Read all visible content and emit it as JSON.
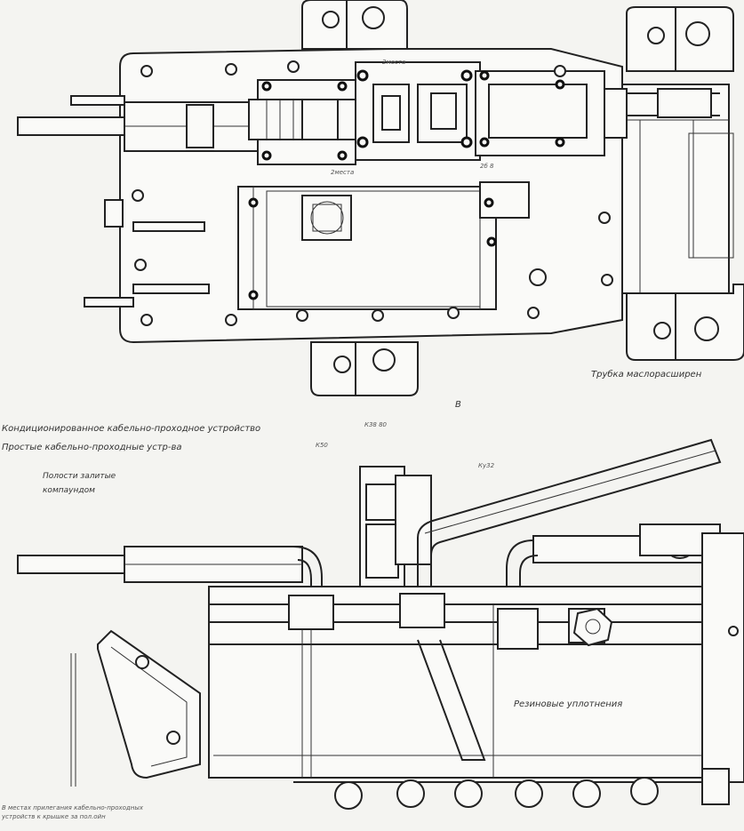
{
  "labels": {
    "pipe_label": "Трубка маслорасширен",
    "view_letter": "В",
    "conditioned_device": "Кондиционированное кабельно-проходное устройство",
    "conditioned_mark": "К38 80",
    "simple_devices": "Простые кабельно-проходные устр-ва",
    "simple_mark": "К50",
    "cavities_line1": "Полости залитые",
    "cavities_line2": "компаундом",
    "ref_mark": "Ку32",
    "rubber_seals": "Резиновые уплотнения",
    "note_line1": "В местах прилегания кабельно-проходных",
    "note_line2": "устройств к крышке за пол.ойн",
    "dim_top_left": "2места",
    "dim_bottom_left": "2места",
    "dim_bottom_right": "2б 8"
  }
}
